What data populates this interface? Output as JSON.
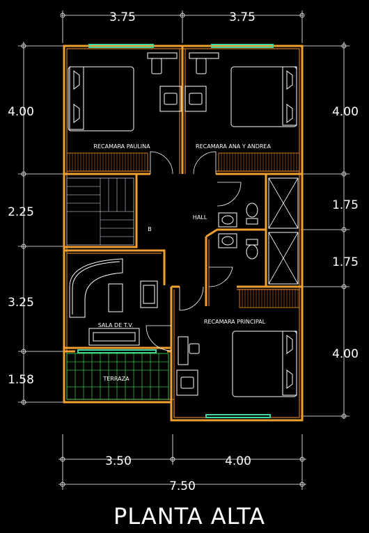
{
  "dimensions": {
    "top": [
      "3.75",
      "3.75"
    ],
    "left": [
      "4.00",
      "2.25",
      "3.25",
      "1.58"
    ],
    "right": [
      "4.00",
      "1.75",
      "1.75",
      "4.00"
    ],
    "bottom_segments": [
      "3.50",
      "4.00"
    ],
    "bottom_total": "7.50"
  },
  "rooms": {
    "bedroom_1": "RECAMARA PAULINA",
    "bedroom_2": "RECAMARA ANA Y ANDREA",
    "hall": "HALL",
    "bath_label": "B",
    "tv_room": "SALA DE T.V.",
    "master_bedroom": "RECAMARA PRINCIPAL",
    "terrace": "TERRAZA"
  },
  "title": "PLANTA ALTA",
  "colors": {
    "background": "#000000",
    "walls": "#f0a030",
    "furniture": "#ffffff",
    "windows": "#40d8a0",
    "terrace_tiles": "#30c040"
  }
}
